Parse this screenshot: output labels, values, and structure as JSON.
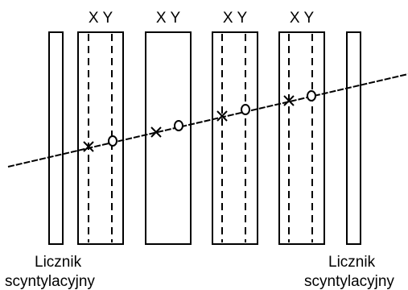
{
  "diagram": {
    "plane_labels": [
      "X Y",
      "X Y",
      "X Y",
      "X Y"
    ],
    "counter_left": {
      "line1": "Licznik",
      "line2": "scyntylacyjny"
    },
    "counter_right": {
      "line1": "Licznik",
      "line2": "scyntylacyjny"
    },
    "colors": {
      "stroke": "#000000",
      "background": "#ffffff"
    }
  }
}
